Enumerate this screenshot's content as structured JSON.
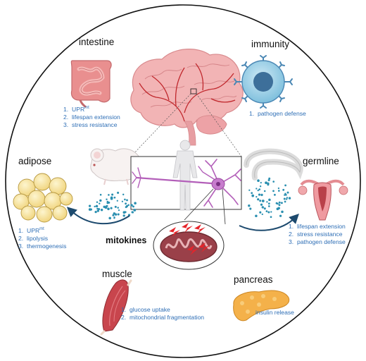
{
  "intestine": {
    "title": "intestine",
    "items": [
      {
        "num": "1.",
        "text": "UPR",
        "sup": "mt"
      },
      {
        "num": "2.",
        "text": "lifespan extension"
      },
      {
        "num": "3.",
        "text": "stress resistance"
      }
    ]
  },
  "immunity": {
    "title": "immunity",
    "items": [
      {
        "num": "1.",
        "text": "pathogen defense"
      }
    ]
  },
  "adipose": {
    "title": "adipose",
    "items": [
      {
        "num": "1.",
        "text": "UPR",
        "sup": "mt"
      },
      {
        "num": "2.",
        "text": "lipolysis"
      },
      {
        "num": "3.",
        "text": "thermogenesis"
      }
    ]
  },
  "germline": {
    "title": "germline",
    "items": [
      {
        "num": "1.",
        "text": "lifespan extension"
      },
      {
        "num": "2.",
        "text": "stress resistance"
      },
      {
        "num": "3.",
        "text": "pathogen defense"
      }
    ]
  },
  "muscle": {
    "title": "muscle",
    "items": [
      {
        "num": "1.",
        "text": "glucose uptake"
      },
      {
        "num": "2.",
        "text": "mitochondrial fragmentation"
      }
    ]
  },
  "pancreas": {
    "title": "pancreas",
    "text": "insulin release"
  },
  "center": {
    "label": "mitokines"
  },
  "colors": {
    "text_blue": "#2f6fb6",
    "brain_pink": "#f0aeb0",
    "vessel_red": "#c0282d",
    "neuron_purple": "#b35fb9",
    "dots_teal": "#2a8fb0",
    "arrow_navy": "#1d4a6e",
    "immune_blue": "#6fb8d8",
    "fat_yellow": "#f7e6a0",
    "muscle_red": "#c8454d",
    "pancreas_orange": "#f4b14a"
  }
}
